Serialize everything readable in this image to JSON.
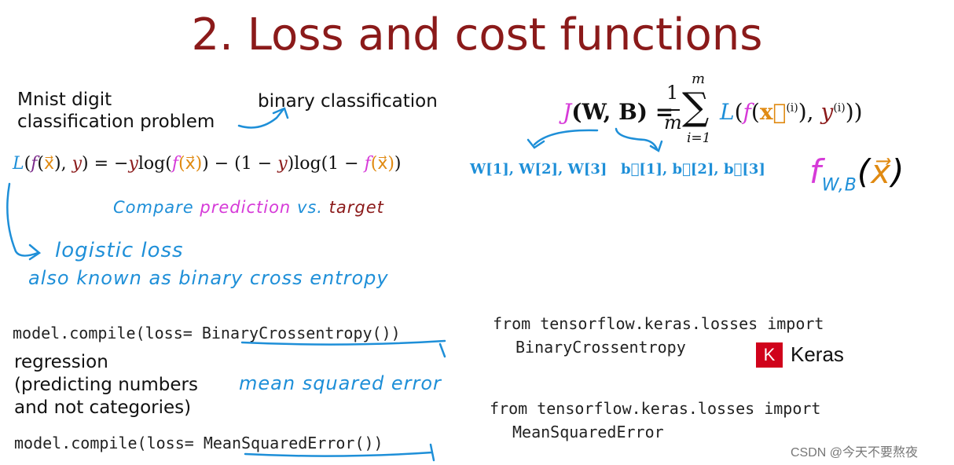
{
  "title": "2. Loss and cost functions",
  "mnist_label": [
    "Mnist digit",
    "classification problem"
  ],
  "binary_label": "binary classification",
  "loss_formula": {
    "L": "L",
    "open": "(",
    "f": "f",
    "x": "x⃗",
    "mid": "), ",
    "y": "y",
    "eq": ") = −",
    "y2": "y",
    "log1": "log(",
    "f2": "f",
    "x2": "(x⃗)",
    "rest": ") − (1 − ",
    "y3": "y",
    "log2": ")log(1 − ",
    "f3": "f",
    "x3": "(x⃗)",
    "end": ")"
  },
  "cost_formula": {
    "J": "J",
    "args": "(W, B) = ",
    "frac_num": "1",
    "frac_den": "m",
    "sum": "∑",
    "sum_top": "m",
    "sum_bot": "i=1",
    "L": "L",
    "f": "f",
    "x": "x⃗",
    "sup_i": "(i)",
    "y": "y",
    "sup_i2": "(i)",
    "close": "))"
  },
  "weights": "W[1], W[2], W[3]",
  "biases": "b⃗[1], b⃗[2], b⃗[3]",
  "fwb": {
    "f": "f",
    "sub": "W,B",
    "open": "(",
    "x": "x⃗",
    "close": ")"
  },
  "compare": {
    "compare": "Compare",
    "prediction": "prediction",
    "vs": "vs.",
    "target": "target"
  },
  "logistic_loss": "logistic loss",
  "aka": "also known as binary cross entropy",
  "code1": "model.compile(loss= BinaryCrossentropy())",
  "import1": [
    "from tensorflow.keras.losses import",
    "BinaryCrossentropy"
  ],
  "keras": {
    "logo": "K",
    "word": "Keras"
  },
  "regression": [
    "regression",
    "(predicting numbers",
    "and not categories)"
  ],
  "mse_label": "mean squared error",
  "import2": [
    "from tensorflow.keras.losses import",
    "MeanSquaredError"
  ],
  "code2": "model.compile(loss= MeanSquaredError())",
  "watermark": "CSDN @今天不要熬夜"
}
